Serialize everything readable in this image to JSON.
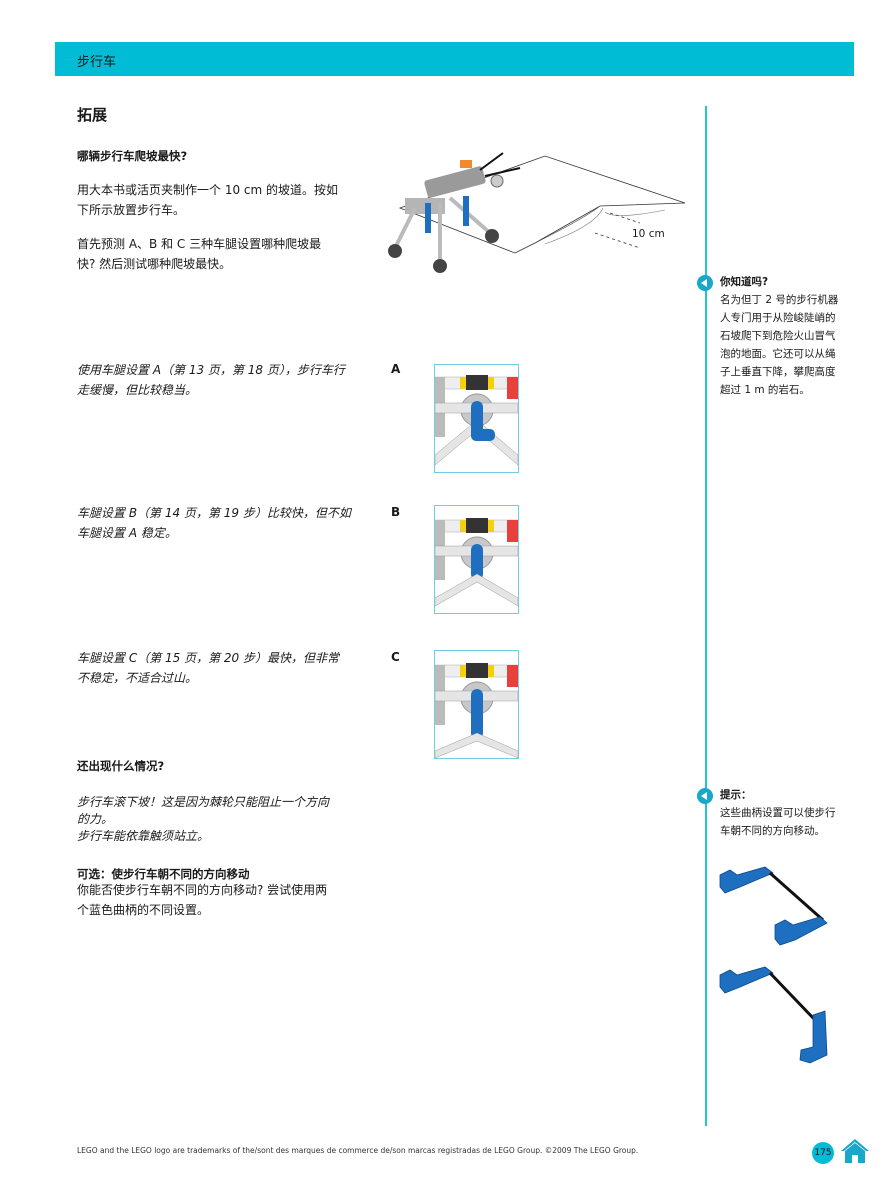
{
  "header": {
    "title": "步行车"
  },
  "section": {
    "title": "拓展"
  },
  "climb": {
    "heading": "哪辆步行车爬坡最快?",
    "para1": [
      "用大本书或活页夹制作一个 10 cm 的坡道。按如",
      "下所示放置步行车。"
    ],
    "para2": [
      "首先预测 A、B 和 C 三种车腿设置哪种爬坡最",
      "快? 然后测试哪种爬坡最快。"
    ],
    "ramp_label": "10 cm"
  },
  "settings": [
    {
      "letter": "A",
      "lines": [
        "使用车腿设置 A（第 13 页，第 18 页），步行车行",
        "走缓慢，但比较稳当。"
      ]
    },
    {
      "letter": "B",
      "lines": [
        "车腿设置 B（第 14 页，第 19 步）比较快，但不如",
        "车腿设置 A 稳定。"
      ]
    },
    {
      "letter": "C",
      "lines": [
        "车腿设置 C（第 15 页，第 20 步）最快，但非常",
        "不稳定，不适合过山。"
      ]
    }
  ],
  "what_else": {
    "heading": "还出现什么情况?",
    "lines": [
      "步行车滚下坡！这是因为棘轮只能阻止一个方向",
      "的力。",
      "步行车能依靠触须站立。"
    ]
  },
  "optional": {
    "heading": "可选：使步行车朝不同的方向移动",
    "lines": [
      "你能否使步行车朝不同的方向移动? 尝试使用两",
      "个蓝色曲柄的不同设置。"
    ]
  },
  "sidebar": {
    "did_you_know": {
      "title": "你知道吗?",
      "lines": [
        "名为但丁 2 号的步行机器",
        "人专门用于从险峻陡峭的",
        "石坡爬下到危险火山冒气",
        "泡的地面。它还可以从绳",
        "子上垂直下降，攀爬高度",
        "超过 1 m 的岩石。"
      ]
    },
    "tip": {
      "title": "提示：",
      "lines": [
        "这些曲柄设置可以使步行",
        "车朝不同的方向移动。"
      ]
    }
  },
  "footer": {
    "legal": "LEGO and the LEGO logo are trademarks of the/sont des marques de commerce de/son marcas registradas de LEGO Group. ©2009 The LEGO Group.",
    "page_number": "175"
  },
  "colors": {
    "accent": "#00bcd4",
    "rule": "#22c4dc",
    "lego_blue": "#1f6fc0",
    "lego_red": "#e8403a",
    "lego_yellow": "#f5d010"
  }
}
